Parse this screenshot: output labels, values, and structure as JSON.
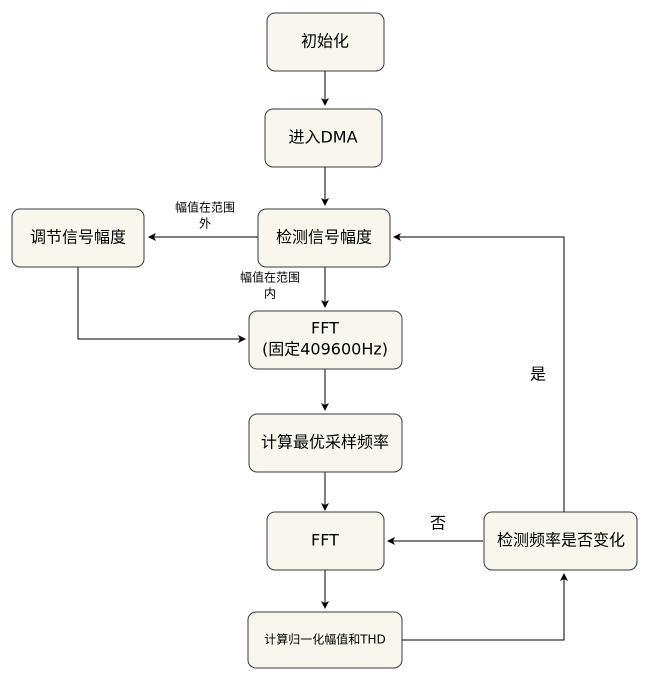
{
  "diagram": {
    "nodes": {
      "init": "初始化",
      "enter_dma": "进入DMA",
      "detect_amplitude": "检测信号幅度",
      "adjust_amplitude": "调节信号幅度",
      "fft_fixed_line1": "FFT",
      "fft_fixed_line2": "(固定409600Hz)",
      "calc_optimal_rate": "计算最优采样频率",
      "fft": "FFT",
      "detect_freq_change": "检测频率是否变化",
      "calc_norm_thd": "计算归一化幅值和THD"
    },
    "edge_labels": {
      "out_of_range_line1": "幅值在范围",
      "out_of_range_line2": "外",
      "in_range_line1": "幅值在范围",
      "in_range_line2": "内",
      "yes": "是",
      "no": "否"
    }
  }
}
